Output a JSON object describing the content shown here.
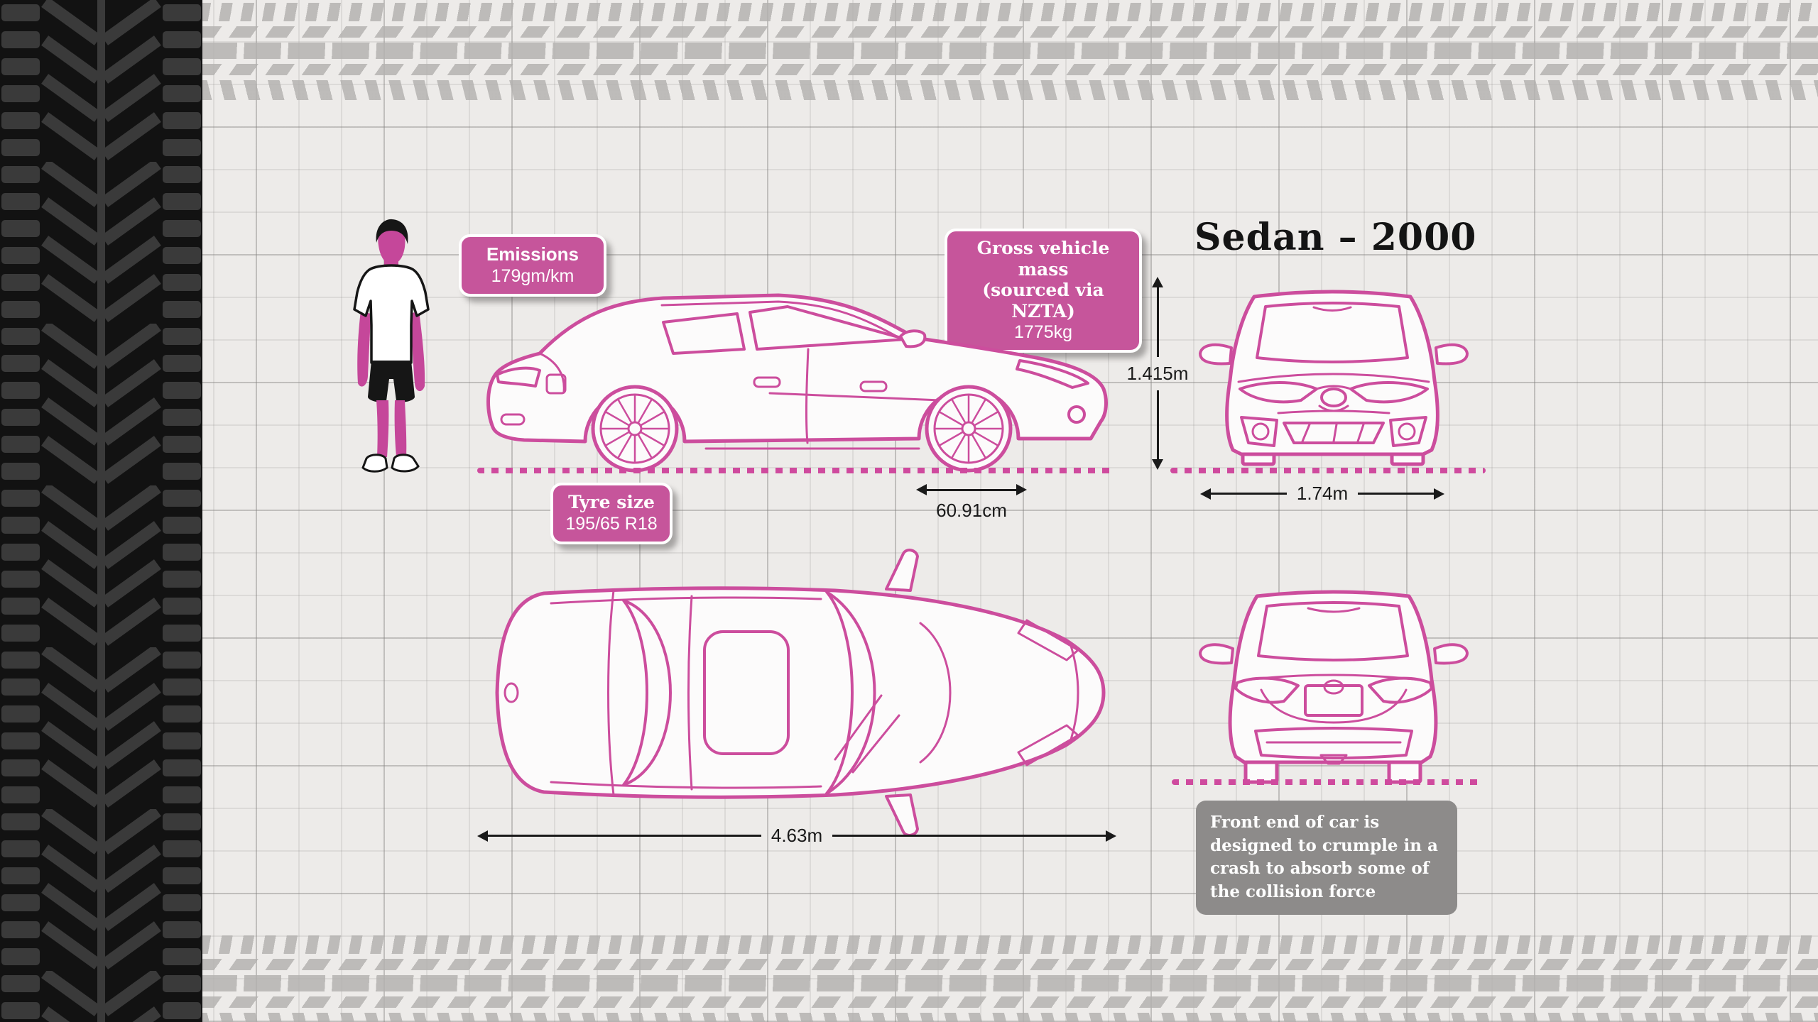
{
  "title": "Sedan – 2000",
  "badges": {
    "emissions": {
      "label": "Emissions",
      "value": "179gm/km"
    },
    "gross_vehicle_mass": {
      "line1": "Gross vehicle mass",
      "line2": "(sourced via NZTA)",
      "value": "1775kg"
    },
    "tyre_size": {
      "label": "Tyre size",
      "value": "195/65 R18"
    }
  },
  "measurements": {
    "height": "1.415m",
    "front_width": "1.74m",
    "wheel_diameter": "60.91cm",
    "overall_length": "4.63m"
  },
  "note": "Front end of car is designed to crumple in a crash to absorb some of the collision force",
  "illustrations": {
    "side_view": "car side view blueprint",
    "front_view": "car front view blueprint",
    "top_view": "car top view blueprint",
    "rear_view": "car rear view blueprint",
    "human_figure": "man standing for scale"
  },
  "colors": {
    "blueprint_pink": "#cc4d9d",
    "badge_pink": "#c6559b",
    "note_grey": "#8d8b8a",
    "ink": "#1a1a1a",
    "background": "#edebe9",
    "track_grey": "#b3b1af",
    "tread_black": "#121212",
    "tread_grey": "#3a3a3a"
  }
}
